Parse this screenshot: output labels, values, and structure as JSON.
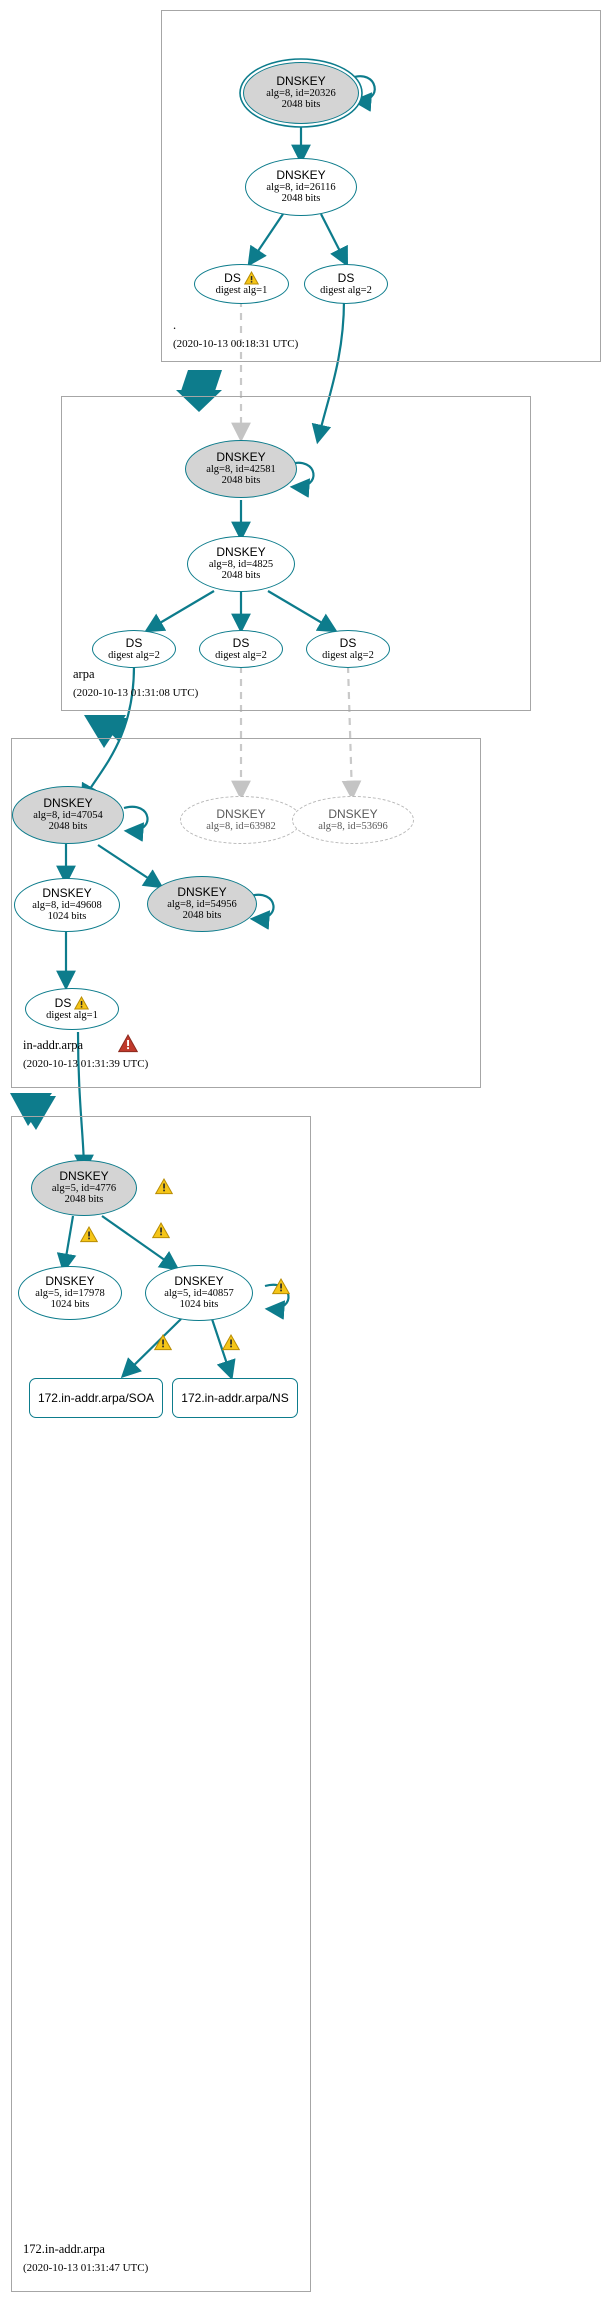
{
  "title": "DNSSEC authentication chain for 172.in-addr.arpa",
  "colors": {
    "edge_secure": "#0d7c8c",
    "edge_insecure": "#b8b8b8",
    "node_border": "#0d7c8c",
    "node_shaded_fill": "#d4d4d4",
    "zone_border": "#a6a6a6",
    "warning": "#f5c518",
    "error": "#c0392b",
    "text": "#000000"
  },
  "zones": [
    {
      "id": "root",
      "name": ".",
      "timestamp": "(2020-10-13 00:18:31 UTC)",
      "nodes": [
        {
          "id": "root-ksk",
          "type": "DNSKEY",
          "line1": "DNSKEY",
          "line2": "alg=8, id=20326",
          "line3": "2048 bits",
          "trust_anchor": true,
          "shaded": true,
          "warning": false
        },
        {
          "id": "root-zsk",
          "type": "DNSKEY",
          "line1": "DNSKEY",
          "line2": "alg=8, id=26116",
          "line3": "2048 bits",
          "trust_anchor": false,
          "shaded": false,
          "warning": false
        },
        {
          "id": "root-ds-1",
          "type": "DS",
          "line1": "DS",
          "line2": "digest alg=1",
          "line3": "",
          "shaded": false,
          "warning": true
        },
        {
          "id": "root-ds-2",
          "type": "DS",
          "line1": "DS",
          "line2": "digest alg=2",
          "line3": "",
          "shaded": false,
          "warning": false
        }
      ]
    },
    {
      "id": "arpa",
      "name": "arpa",
      "timestamp": "(2020-10-13 01:31:08 UTC)",
      "nodes": [
        {
          "id": "arpa-ksk",
          "type": "DNSKEY",
          "line1": "DNSKEY",
          "line2": "alg=8, id=42581",
          "line3": "2048 bits",
          "shaded": true,
          "warning": false
        },
        {
          "id": "arpa-zsk",
          "type": "DNSKEY",
          "line1": "DNSKEY",
          "line2": "alg=8, id=4825",
          "line3": "2048 bits",
          "shaded": false,
          "warning": false
        },
        {
          "id": "arpa-ds-1",
          "type": "DS",
          "line1": "DS",
          "line2": "digest alg=2",
          "line3": "",
          "shaded": false,
          "warning": false
        },
        {
          "id": "arpa-ds-2",
          "type": "DS",
          "line1": "DS",
          "line2": "digest alg=2",
          "line3": "",
          "shaded": false,
          "warning": false
        },
        {
          "id": "arpa-ds-3",
          "type": "DS",
          "line1": "DS",
          "line2": "digest alg=2",
          "line3": "",
          "shaded": false,
          "warning": false
        }
      ]
    },
    {
      "id": "inaddr",
      "name": "in-addr.arpa",
      "timestamp": "(2020-10-13 01:31:39 UTC)",
      "error": true,
      "nodes": [
        {
          "id": "inaddr-ksk",
          "type": "DNSKEY",
          "line1": "DNSKEY",
          "line2": "alg=8, id=47054",
          "line3": "2048 bits",
          "shaded": true,
          "warning": false
        },
        {
          "id": "inaddr-orph-1",
          "type": "DNSKEY",
          "line1": "DNSKEY",
          "line2": "alg=8, id=63982",
          "line3": "",
          "shaded": false,
          "dashed": true,
          "warning": false
        },
        {
          "id": "inaddr-orph-2",
          "type": "DNSKEY",
          "line1": "DNSKEY",
          "line2": "alg=8, id=53696",
          "line3": "",
          "shaded": false,
          "dashed": true,
          "warning": false
        },
        {
          "id": "inaddr-zsk",
          "type": "DNSKEY",
          "line1": "DNSKEY",
          "line2": "alg=8, id=49608",
          "line3": "1024 bits",
          "shaded": false,
          "warning": false
        },
        {
          "id": "inaddr-ksk2",
          "type": "DNSKEY",
          "line1": "DNSKEY",
          "line2": "alg=8, id=54956",
          "line3": "2048 bits",
          "shaded": true,
          "warning": false
        },
        {
          "id": "inaddr-ds-1",
          "type": "DS",
          "line1": "DS",
          "line2": "digest alg=1",
          "line3": "",
          "shaded": false,
          "warning": true
        }
      ]
    },
    {
      "id": "z172",
      "name": "172.in-addr.arpa",
      "timestamp": "(2020-10-13 01:31:47 UTC)",
      "nodes": [
        {
          "id": "z172-ksk",
          "type": "DNSKEY",
          "line1": "DNSKEY",
          "line2": "alg=5, id=4776",
          "line3": "2048 bits",
          "shaded": true,
          "warning": true
        },
        {
          "id": "z172-zsk1",
          "type": "DNSKEY",
          "line1": "DNSKEY",
          "line2": "alg=5, id=17978",
          "line3": "1024 bits",
          "shaded": false,
          "warning": false
        },
        {
          "id": "z172-zsk2",
          "type": "DNSKEY",
          "line1": "DNSKEY",
          "line2": "alg=5, id=40857",
          "line3": "1024 bits",
          "shaded": false,
          "warning": true
        },
        {
          "id": "z172-soa",
          "type": "RRset",
          "line1": "172.in-addr.arpa/SOA",
          "line2": "",
          "line3": ""
        },
        {
          "id": "z172-ns",
          "type": "RRset",
          "line1": "172.in-addr.arpa/NS",
          "line2": "",
          "line3": ""
        }
      ]
    }
  ],
  "icons": {
    "warning": "warning-triangle-icon",
    "error": "error-triangle-icon"
  }
}
